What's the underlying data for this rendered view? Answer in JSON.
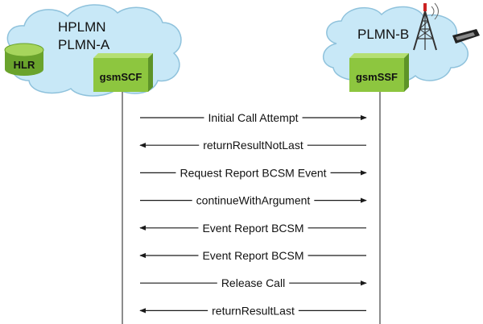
{
  "colors": {
    "cloud_fill": "#c8e8f7",
    "cloud_stroke": "#8fc2dc",
    "box_green": "#8dc63f",
    "box_green_dark": "#6aa32c",
    "line": "#1a1a1a"
  },
  "left_cloud": {
    "line1": "HPLMN",
    "line2": "PLMN-A"
  },
  "right_cloud": {
    "label": "PLMN-B"
  },
  "hlr": {
    "label": "HLR"
  },
  "gsm_scf": {
    "label": "gsmSCF"
  },
  "gsm_ssf": {
    "label": "gsmSSF"
  },
  "icons": {
    "tower": "radio-tower-icon",
    "phone": "mobile-phone-icon"
  },
  "messages": [
    {
      "label": "Initial Call Attempt",
      "direction": "right"
    },
    {
      "label": "returnResultNotLast",
      "direction": "left"
    },
    {
      "label": "Request Report BCSM Event",
      "direction": "right"
    },
    {
      "label": "continueWithArgument",
      "direction": "right"
    },
    {
      "label": "Event Report BCSM",
      "direction": "left"
    },
    {
      "label": "Event Report BCSM",
      "direction": "left"
    },
    {
      "label": "Release Call",
      "direction": "right"
    },
    {
      "label": "returnResultLast",
      "direction": "left"
    }
  ]
}
